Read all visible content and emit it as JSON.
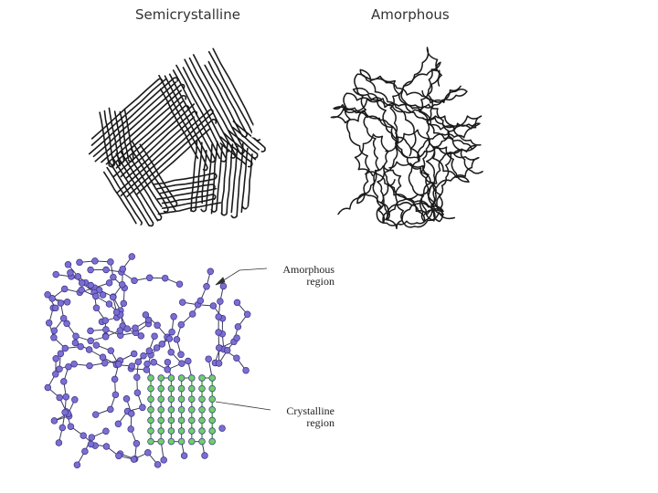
{
  "labels": {
    "semicrystalline": "Semicrystalline",
    "amorphous": "Amorphous"
  },
  "annotations": {
    "amorphous_region": {
      "line1": "Amorphous",
      "line2": "region"
    },
    "crystalline_region": {
      "line1": "Crystalline",
      "line2": "region"
    }
  },
  "colors": {
    "line": "#1a1a1a",
    "amorphous_node": "#7a6fd0",
    "crystalline_node": "#6fcf6a",
    "crystalline_bond": "#2f8a2f"
  }
}
